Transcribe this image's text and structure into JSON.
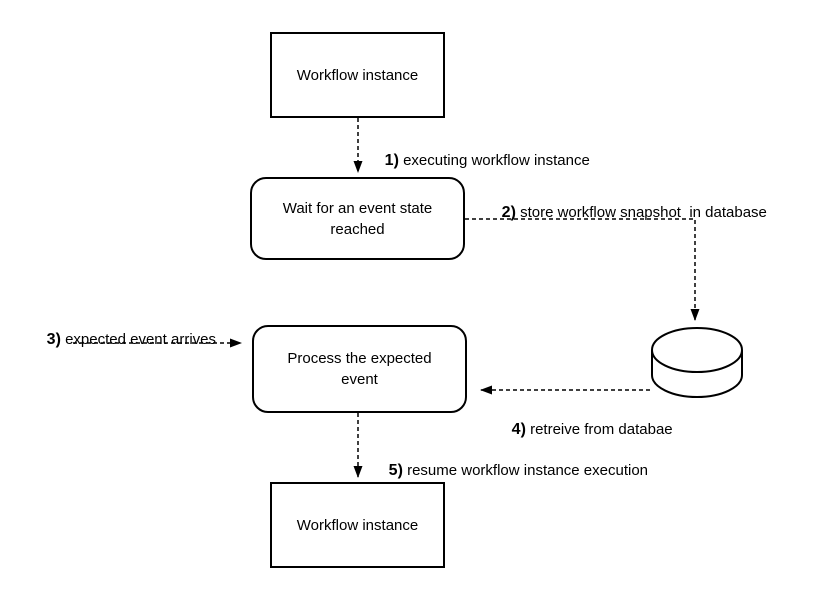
{
  "diagram": {
    "type": "flowchart",
    "colors": {
      "stroke": "#000000",
      "fill": "#ffffff",
      "text": "#000000"
    },
    "nodes": {
      "workflow_top": {
        "label": "Workflow instance",
        "shape": "rectangle"
      },
      "wait": {
        "label": "Wait for an event state\nreached",
        "shape": "rounded-rectangle"
      },
      "process": {
        "label": "Process the expected\nevent",
        "shape": "rounded-rectangle"
      },
      "workflow_bottom": {
        "label": "Workflow instance",
        "shape": "rectangle"
      },
      "database": {
        "icon": "database-cylinder-icon",
        "shape": "cylinder"
      }
    },
    "labels": {
      "l1": {
        "number": "1)",
        "text": " executing workflow instance"
      },
      "l2": {
        "number": "2)",
        "text": " store workflow snapshot  in database"
      },
      "l3": {
        "number": "3)",
        "text": " expected event arrives"
      },
      "l4": {
        "number": "4)",
        "text": " retreive from databae"
      },
      "l5": {
        "number": "5)",
        "text": " resume workflow instance execution"
      }
    },
    "edges": [
      {
        "from": "workflow_top",
        "to": "wait",
        "label_ref": "l1",
        "style": "dashed-arrow"
      },
      {
        "from": "wait",
        "to": "database",
        "label_ref": "l2",
        "style": "dashed-arrow"
      },
      {
        "from": "external-event",
        "to": "process",
        "label_ref": "l3",
        "style": "dashed-arrow"
      },
      {
        "from": "database",
        "to": "process",
        "label_ref": "l4",
        "style": "dashed-arrow"
      },
      {
        "from": "process",
        "to": "workflow_bottom",
        "label_ref": "l5",
        "style": "dashed-arrow"
      }
    ]
  }
}
